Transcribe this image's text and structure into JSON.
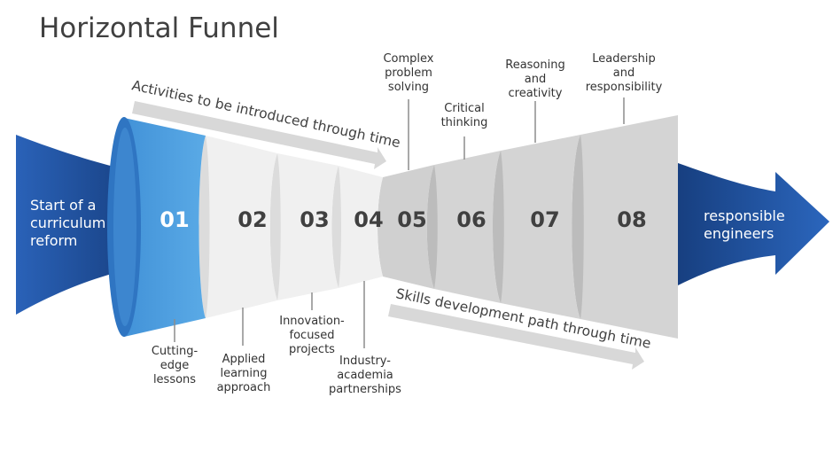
{
  "title": "Horizontal Funnel",
  "start_label": "Start of a\ncurriculum\nreform",
  "end_label": "responsible\nengineers",
  "arrow_top_label": "Activities to be introduced through time",
  "arrow_bottom_label": "Skills development path through time",
  "colors": {
    "blue_dark": "#1f4e9a",
    "blue_light": "#4a9ee0",
    "light_gray": "#ededed",
    "dark_gray": "#cfcfcf"
  },
  "stages": [
    {
      "number": "01",
      "label": "Cutting-\nedge\nlessons"
    },
    {
      "number": "02",
      "label": "Applied\nlearning\napproach"
    },
    {
      "number": "03",
      "label": "Innovation-\nfocused\nprojects"
    },
    {
      "number": "04",
      "label": "Industry-\nacademia\npartnerships"
    },
    {
      "number": "05",
      "label": "Complex\nproblem\nsolving"
    },
    {
      "number": "06",
      "label": "Critical\nthinking"
    },
    {
      "number": "07",
      "label": "Reasoning\nand\ncreativity"
    },
    {
      "number": "08",
      "label": "Leadership\nand\nresponsibility"
    }
  ]
}
